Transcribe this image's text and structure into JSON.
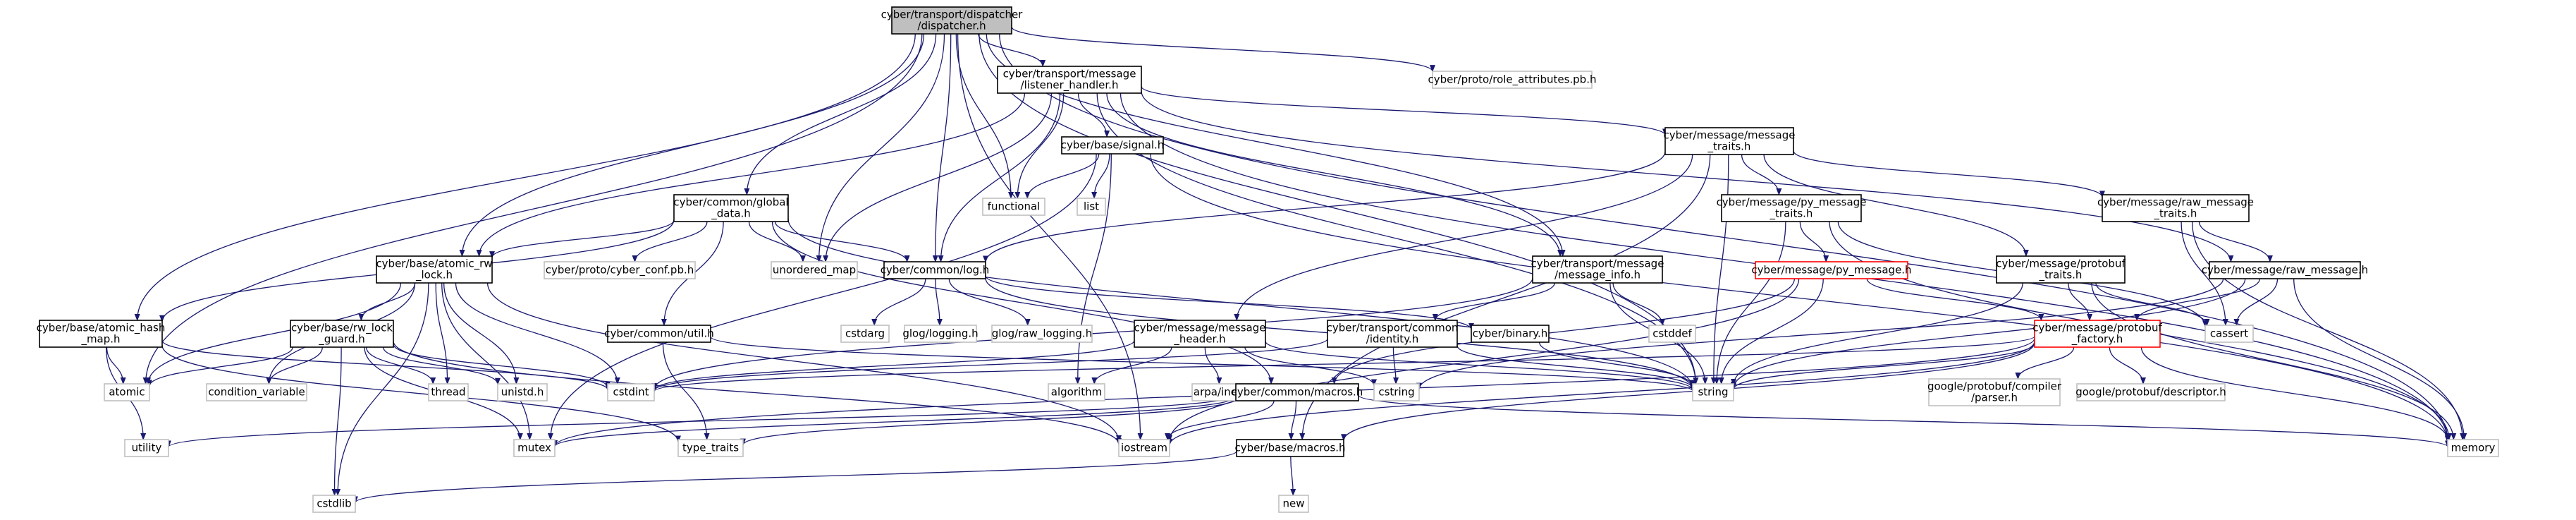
{
  "colors": {
    "root_fill": "#bfbfbf",
    "root_stroke": "#000000",
    "node_fill": "#ffffff",
    "node_stroke": "#000000",
    "leaf_stroke": "#bfbfbf",
    "truncated_stroke": "#ff0000",
    "text": "#000000",
    "edge": "#191970"
  },
  "nodes": [
    {
      "id": "dispatcher",
      "label": [
        "cyber/transport/dispatcher",
        "/dispatcher.h"
      ],
      "kind": "root"
    },
    {
      "id": "listener",
      "label": [
        "cyber/transport/message",
        "/listener_handler.h"
      ],
      "kind": "node"
    },
    {
      "id": "role_attr",
      "label": [
        "cyber/proto/role_attributes.pb.h"
      ],
      "kind": "leaf"
    },
    {
      "id": "signal",
      "label": [
        "cyber/base/signal.h"
      ],
      "kind": "node"
    },
    {
      "id": "msg_traits",
      "label": [
        "cyber/message/message",
        "_traits.h"
      ],
      "kind": "node"
    },
    {
      "id": "global_data",
      "label": [
        "cyber/common/global",
        "_data.h"
      ],
      "kind": "node"
    },
    {
      "id": "functional",
      "label": [
        "functional"
      ],
      "kind": "leaf"
    },
    {
      "id": "list",
      "label": [
        "list"
      ],
      "kind": "leaf"
    },
    {
      "id": "py_msg_traits",
      "label": [
        "cyber/message/py_message",
        "_traits.h"
      ],
      "kind": "node"
    },
    {
      "id": "raw_msg_traits",
      "label": [
        "cyber/message/raw_message",
        "_traits.h"
      ],
      "kind": "node"
    },
    {
      "id": "rw_lock",
      "label": [
        "cyber/base/atomic_rw",
        "_lock.h"
      ],
      "kind": "node"
    },
    {
      "id": "cyber_conf",
      "label": [
        "cyber/proto/cyber_conf.pb.h"
      ],
      "kind": "leaf"
    },
    {
      "id": "unordered_map",
      "label": [
        "unordered_map"
      ],
      "kind": "leaf"
    },
    {
      "id": "log",
      "label": [
        "cyber/common/log.h"
      ],
      "kind": "node"
    },
    {
      "id": "msg_info",
      "label": [
        "cyber/transport/message",
        "/message_info.h"
      ],
      "kind": "node"
    },
    {
      "id": "py_message",
      "label": [
        "cyber/message/py_message.h"
      ],
      "kind": "truncated"
    },
    {
      "id": "pb_traits",
      "label": [
        "cyber/message/protobuf",
        "_traits.h"
      ],
      "kind": "node"
    },
    {
      "id": "raw_message",
      "label": [
        "cyber/message/raw_message.h"
      ],
      "kind": "node"
    },
    {
      "id": "hash_map",
      "label": [
        "cyber/base/atomic_hash",
        "_map.h"
      ],
      "kind": "node"
    },
    {
      "id": "rw_lock_guard",
      "label": [
        "cyber/base/rw_lock",
        "_guard.h"
      ],
      "kind": "node"
    },
    {
      "id": "util",
      "label": [
        "cyber/common/util.h"
      ],
      "kind": "node"
    },
    {
      "id": "cstdarg",
      "label": [
        "cstdarg"
      ],
      "kind": "leaf"
    },
    {
      "id": "glog",
      "label": [
        "glog/logging.h"
      ],
      "kind": "leaf"
    },
    {
      "id": "glog_raw",
      "label": [
        "glog/raw_logging.h"
      ],
      "kind": "leaf"
    },
    {
      "id": "msg_header",
      "label": [
        "cyber/message/message",
        "_header.h"
      ],
      "kind": "node"
    },
    {
      "id": "identity",
      "label": [
        "cyber/transport/common",
        "/identity.h"
      ],
      "kind": "node"
    },
    {
      "id": "binary",
      "label": [
        "cyber/binary.h"
      ],
      "kind": "node"
    },
    {
      "id": "cstddef",
      "label": [
        "cstddef"
      ],
      "kind": "leaf"
    },
    {
      "id": "pb_factory",
      "label": [
        "cyber/message/protobuf",
        "_factory.h"
      ],
      "kind": "truncated"
    },
    {
      "id": "cassert",
      "label": [
        "cassert"
      ],
      "kind": "leaf"
    },
    {
      "id": "atomic",
      "label": [
        "atomic"
      ],
      "kind": "leaf"
    },
    {
      "id": "condition_variable",
      "label": [
        "condition_variable"
      ],
      "kind": "leaf"
    },
    {
      "id": "thread",
      "label": [
        "thread"
      ],
      "kind": "leaf"
    },
    {
      "id": "unistd",
      "label": [
        "unistd.h"
      ],
      "kind": "leaf"
    },
    {
      "id": "cstdint",
      "label": [
        "cstdint"
      ],
      "kind": "leaf"
    },
    {
      "id": "algorithm",
      "label": [
        "algorithm"
      ],
      "kind": "leaf"
    },
    {
      "id": "arpa",
      "label": [
        "arpa/inet.h"
      ],
      "kind": "leaf"
    },
    {
      "id": "macros_common",
      "label": [
        "cyber/common/macros.h"
      ],
      "kind": "node"
    },
    {
      "id": "cstring",
      "label": [
        "cstring"
      ],
      "kind": "leaf"
    },
    {
      "id": "string",
      "label": [
        "string"
      ],
      "kind": "leaf"
    },
    {
      "id": "gp_parser",
      "label": [
        "google/protobuf/compiler",
        "/parser.h"
      ],
      "kind": "leaf"
    },
    {
      "id": "gp_desc",
      "label": [
        "google/protobuf/descriptor.h"
      ],
      "kind": "leaf"
    },
    {
      "id": "utility",
      "label": [
        "utility"
      ],
      "kind": "leaf"
    },
    {
      "id": "mutex",
      "label": [
        "mutex"
      ],
      "kind": "leaf"
    },
    {
      "id": "type_traits",
      "label": [
        "type_traits"
      ],
      "kind": "leaf"
    },
    {
      "id": "iostream",
      "label": [
        "iostream"
      ],
      "kind": "leaf"
    },
    {
      "id": "memory",
      "label": [
        "memory"
      ],
      "kind": "leaf"
    },
    {
      "id": "macros_base",
      "label": [
        "cyber/base/macros.h"
      ],
      "kind": "node"
    },
    {
      "id": "cstdlib",
      "label": [
        "cstdlib"
      ],
      "kind": "leaf"
    },
    {
      "id": "new",
      "label": [
        "new"
      ],
      "kind": "leaf"
    }
  ],
  "edges": [
    [
      "dispatcher",
      "listener"
    ],
    [
      "dispatcher",
      "role_attr"
    ],
    [
      "dispatcher",
      "functional"
    ],
    [
      "dispatcher",
      "global_data"
    ],
    [
      "dispatcher",
      "rw_lock"
    ],
    [
      "dispatcher",
      "hash_map"
    ],
    [
      "dispatcher",
      "unordered_map"
    ],
    [
      "dispatcher",
      "log"
    ],
    [
      "dispatcher",
      "msg_info"
    ],
    [
      "dispatcher",
      "atomic"
    ],
    [
      "dispatcher",
      "iostream"
    ],
    [
      "dispatcher",
      "string"
    ],
    [
      "dispatcher",
      "memory"
    ],
    [
      "listener",
      "signal"
    ],
    [
      "listener",
      "msg_traits"
    ],
    [
      "listener",
      "functional"
    ],
    [
      "listener",
      "rw_lock"
    ],
    [
      "listener",
      "unordered_map"
    ],
    [
      "listener",
      "log"
    ],
    [
      "listener",
      "msg_info"
    ],
    [
      "listener",
      "string"
    ],
    [
      "listener",
      "raw_message"
    ],
    [
      "listener",
      "memory"
    ],
    [
      "signal",
      "functional"
    ],
    [
      "signal",
      "list"
    ],
    [
      "signal",
      "algorithm"
    ],
    [
      "signal",
      "mutex"
    ],
    [
      "signal",
      "memory"
    ],
    [
      "msg_traits",
      "py_msg_traits"
    ],
    [
      "msg_traits",
      "raw_msg_traits"
    ],
    [
      "msg_traits",
      "pb_traits"
    ],
    [
      "msg_traits",
      "msg_header"
    ],
    [
      "msg_traits",
      "log"
    ],
    [
      "msg_traits",
      "string"
    ],
    [
      "msg_traits",
      "macros_base"
    ],
    [
      "global_data",
      "cyber_conf"
    ],
    [
      "global_data",
      "unordered_map"
    ],
    [
      "global_data",
      "log"
    ],
    [
      "global_data",
      "util"
    ],
    [
      "global_data",
      "rw_lock"
    ],
    [
      "global_data",
      "hash_map"
    ],
    [
      "global_data",
      "string"
    ],
    [
      "global_data",
      "macros_common"
    ],
    [
      "py_msg_traits",
      "py_message"
    ],
    [
      "py_msg_traits",
      "string"
    ],
    [
      "py_msg_traits",
      "cassert"
    ],
    [
      "py_msg_traits",
      "memory"
    ],
    [
      "raw_msg_traits",
      "raw_message"
    ],
    [
      "raw_msg_traits",
      "cassert"
    ],
    [
      "raw_msg_traits",
      "memory"
    ],
    [
      "rw_lock",
      "rw_lock_guard"
    ],
    [
      "rw_lock",
      "atomic"
    ],
    [
      "rw_lock",
      "condition_variable"
    ],
    [
      "rw_lock",
      "thread"
    ],
    [
      "rw_lock",
      "unistd"
    ],
    [
      "rw_lock",
      "cstdint"
    ],
    [
      "rw_lock",
      "cstdlib"
    ],
    [
      "rw_lock",
      "mutex"
    ],
    [
      "rw_lock",
      "iostream"
    ],
    [
      "log",
      "cstdarg"
    ],
    [
      "log",
      "glog"
    ],
    [
      "log",
      "glog_raw"
    ],
    [
      "log",
      "binary"
    ],
    [
      "log",
      "string"
    ],
    [
      "msg_info",
      "identity"
    ],
    [
      "msg_info",
      "cstddef"
    ],
    [
      "msg_info",
      "cstdint"
    ],
    [
      "msg_info",
      "string"
    ],
    [
      "py_message",
      "pb_factory"
    ],
    [
      "py_message",
      "macros_common"
    ],
    [
      "py_message",
      "string"
    ],
    [
      "py_message",
      "iostream"
    ],
    [
      "pb_traits",
      "pb_factory"
    ],
    [
      "pb_traits",
      "cassert"
    ],
    [
      "pb_traits",
      "string"
    ],
    [
      "pb_traits",
      "memory"
    ],
    [
      "raw_message",
      "pb_factory"
    ],
    [
      "raw_message",
      "cassert"
    ],
    [
      "raw_message",
      "cstring"
    ],
    [
      "raw_message",
      "string"
    ],
    [
      "raw_message",
      "memory"
    ],
    [
      "hash_map",
      "atomic"
    ],
    [
      "hash_map",
      "cstdint"
    ],
    [
      "hash_map",
      "type_traits"
    ],
    [
      "hash_map",
      "utility"
    ],
    [
      "rw_lock_guard",
      "atomic"
    ],
    [
      "rw_lock_guard",
      "condition_variable"
    ],
    [
      "rw_lock_guard",
      "thread"
    ],
    [
      "rw_lock_guard",
      "unistd"
    ],
    [
      "rw_lock_guard",
      "cstdint"
    ],
    [
      "rw_lock_guard",
      "cstdlib"
    ],
    [
      "rw_lock_guard",
      "mutex"
    ],
    [
      "rw_lock_guard",
      "iostream"
    ],
    [
      "util",
      "type_traits"
    ],
    [
      "util",
      "string"
    ],
    [
      "msg_header",
      "algorithm"
    ],
    [
      "msg_header",
      "arpa"
    ],
    [
      "msg_header",
      "cstdint"
    ],
    [
      "msg_header",
      "cstring"
    ],
    [
      "msg_header",
      "string"
    ],
    [
      "identity",
      "cstdint"
    ],
    [
      "identity",
      "cstring"
    ],
    [
      "identity",
      "string"
    ],
    [
      "binary",
      "string"
    ],
    [
      "pb_factory",
      "gp_parser"
    ],
    [
      "pb_factory",
      "gp_desc"
    ],
    [
      "pb_factory",
      "cstdint"
    ],
    [
      "pb_factory",
      "string"
    ],
    [
      "pb_factory",
      "mutex"
    ],
    [
      "pb_factory",
      "iostream"
    ],
    [
      "pb_factory",
      "memory"
    ],
    [
      "pb_factory",
      "macros_base"
    ],
    [
      "macros_common",
      "utility"
    ],
    [
      "macros_common",
      "mutex"
    ],
    [
      "macros_common",
      "type_traits"
    ],
    [
      "macros_common",
      "iostream"
    ],
    [
      "macros_common",
      "memory"
    ],
    [
      "macros_common",
      "macros_base"
    ],
    [
      "macros_base",
      "cstdlib"
    ],
    [
      "macros_base",
      "new"
    ]
  ]
}
